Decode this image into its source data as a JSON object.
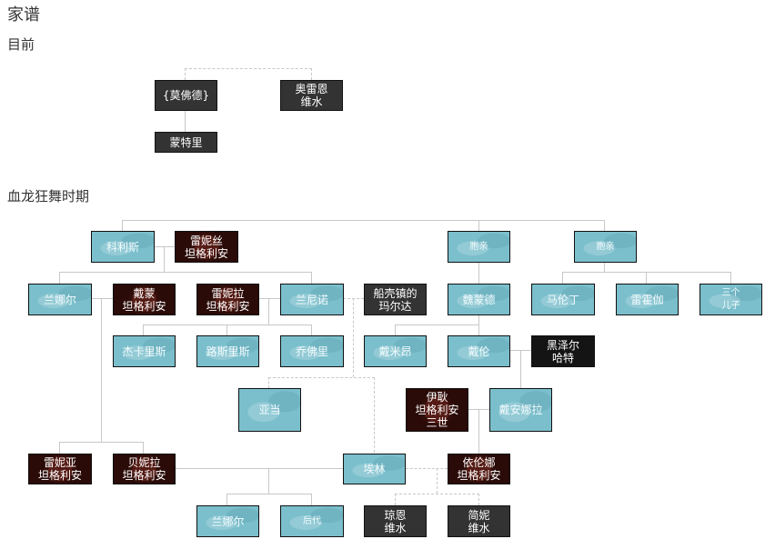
{
  "page": {
    "title": "家谱",
    "sections": [
      {
        "heading": "目前"
      },
      {
        "heading": "血龙狂舞时期"
      }
    ]
  },
  "current": {
    "mofude": "{莫佛德}",
    "aoleien": "奥雷恩\n维水",
    "mengteli": "蒙特里"
  },
  "dance": {
    "kelisi": "科利斯",
    "leinisi": "雷妮丝\n坦格利安",
    "baoqin1": "胞亲",
    "baoqin2": "胞亲",
    "lanna1": "兰娜尔",
    "daimeng": "戴蒙\n坦格利安",
    "leinila": "雷妮拉\n坦格利安",
    "lanniruo": "兰尼诺",
    "marda": "船壳镇的\n玛尔达",
    "weimengde": "魏蒙德",
    "malunding": "马伦丁",
    "leihuojia": "雷霍伽",
    "sange_erzi": "三个\n儿子",
    "jiekalisi": "杰卡里斯",
    "lusilisi": "路斯里斯",
    "qiaofoli": "乔佛里",
    "daimiang": "戴米昂",
    "dailun": "戴伦",
    "heizeer": "黑泽尔\n哈特",
    "yadang": "亚当",
    "yigeng": "伊耿\n坦格利安\n三世",
    "daiannala": "戴安娜拉",
    "leiniya": "雷妮亚\n坦格利安",
    "beinila": "贝妮拉\n坦格利安",
    "ailin": "埃林",
    "yilunna": "依伦娜\n坦格利安",
    "lanna2": "兰娜尔",
    "houdai": "后代",
    "qiongen": "琼恩\n维水",
    "jianni": "简妮\n维水"
  },
  "colors": {
    "teal_box": "#7bbfcc",
    "targaryen_box": "#2a0b08",
    "velaryon_box": "#333333",
    "other_box": "#141414",
    "line": "#c8c8c8"
  }
}
